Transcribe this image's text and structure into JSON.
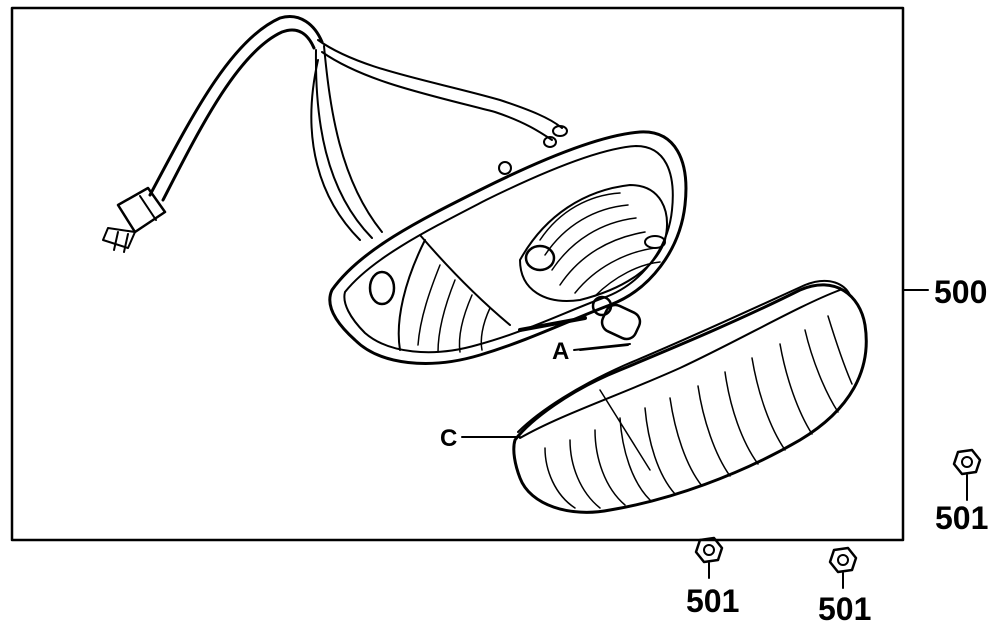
{
  "callouts": {
    "assembly": "500",
    "bulb": "A",
    "lens": "C",
    "nut_right": "501",
    "nut_bottom_left": "501",
    "nut_bottom_right": "501"
  }
}
